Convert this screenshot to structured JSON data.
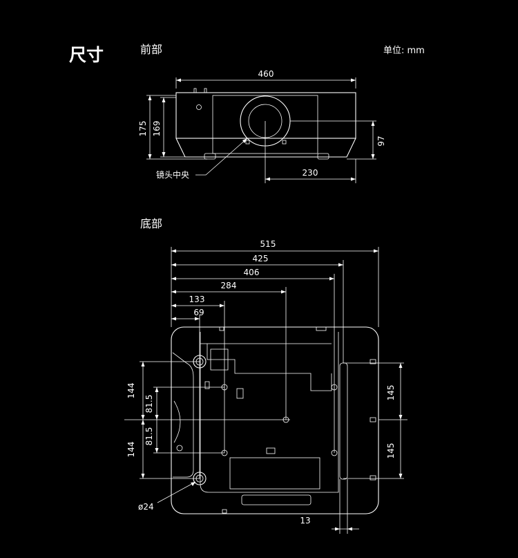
{
  "page": {
    "title": "尺寸",
    "unit_label": "单位: mm"
  },
  "front": {
    "label": "前部",
    "width": "460",
    "height_total": "175",
    "height_body": "169",
    "lens_height": "97",
    "lens_offset": "230",
    "lens_center_label": "镜头中央"
  },
  "bottom": {
    "label": "底部",
    "d515": "515",
    "d425": "425",
    "d406": "406",
    "d284": "284",
    "d133": "133",
    "d69": "69",
    "l144_top": "144",
    "l815_top": "81.5",
    "l815_bottom": "81.5",
    "l144_bottom": "144",
    "r145_top": "145",
    "r145_bottom": "145",
    "diameter": "ø24",
    "d13": "13"
  }
}
